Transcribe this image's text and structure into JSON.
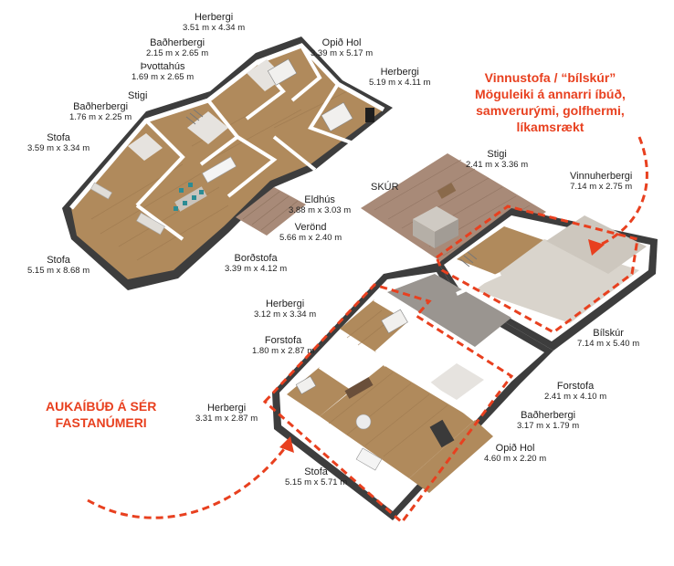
{
  "rooms": {
    "herbergi_top": {
      "name": "Herbergi",
      "dims": "3.51 m x 4.34 m"
    },
    "badherbergi_top": {
      "name": "Baðherbergi",
      "dims": "2.15 m x 2.65 m"
    },
    "thvottahus": {
      "name": "Þvottahús",
      "dims": "1.69 m x 2.65 m"
    },
    "stigi_top": {
      "name": "Stigi",
      "dims": ""
    },
    "badherbergi_left": {
      "name": "Baðherbergi",
      "dims": "1.76 m x 2.25 m"
    },
    "stofa_small": {
      "name": "Stofa",
      "dims": "3.59 m x 3.34 m"
    },
    "stofa_big": {
      "name": "Stofa",
      "dims": "5.15 m x 8.68 m"
    },
    "opid_hol_top": {
      "name": "Opið Hol",
      "dims": "3.39 m x 5.17 m"
    },
    "herbergi_right": {
      "name": "Herbergi",
      "dims": "5.19 m x 4.11 m"
    },
    "eldhus": {
      "name": "Eldhús",
      "dims": "3.88 m x 3.03 m"
    },
    "verond": {
      "name": "Verönd",
      "dims": "5.66 m x 2.40 m"
    },
    "bordstofa": {
      "name": "Borðstofa",
      "dims": "3.39 m x 4.12 m"
    },
    "skur": {
      "name": "SKÚR",
      "dims": ""
    },
    "stigi_mid": {
      "name": "Stigi",
      "dims": "2.41 m x 3.36 m"
    },
    "vinnuherbergi": {
      "name": "Vinnuherbergi",
      "dims": "7.14 m x 2.75 m"
    },
    "bilskur": {
      "name": "Bílskúr",
      "dims": "7.14 m x 5.40 m"
    },
    "herbergi_mid": {
      "name": "Herbergi",
      "dims": "3.12 m x 3.34 m"
    },
    "forstofa_left": {
      "name": "Forstofa",
      "dims": "1.80 m x 2.87 m"
    },
    "forstofa_right": {
      "name": "Forstofa",
      "dims": "2.41 m x 4.10 m"
    },
    "badherbergi_bottom": {
      "name": "Baðherbergi",
      "dims": "3.17 m x 1.79 m"
    },
    "herbergi_bottom": {
      "name": "Herbergi",
      "dims": "3.31 m x 2.87 m"
    },
    "opid_hol_bottom": {
      "name": "Opið Hol",
      "dims": "4.60 m x 2.20 m"
    },
    "stofa_bottom": {
      "name": "Stofa",
      "dims": "5.15 m x 5.71 m"
    }
  },
  "callouts": {
    "workshop": {
      "line1": "Vinnustofa / “bílskúr”",
      "line2": "Möguleiki á annarri íbúð,",
      "line3": "samverurými, golfhermi,",
      "line4": "líkamsrækt"
    },
    "apartment": {
      "line1": "AUKAÍBÚÐ Á SÉR",
      "line2": "FASTANÚMERI"
    }
  },
  "colors": {
    "accent": "#e8401f",
    "floor_wood": "#b08a5c",
    "floor_tile": "#9a9590",
    "floor_concrete": "#d9d4cc",
    "wall": "#ffffff",
    "wall_shade": "#3d3d3d",
    "deck": "#a88a78"
  }
}
